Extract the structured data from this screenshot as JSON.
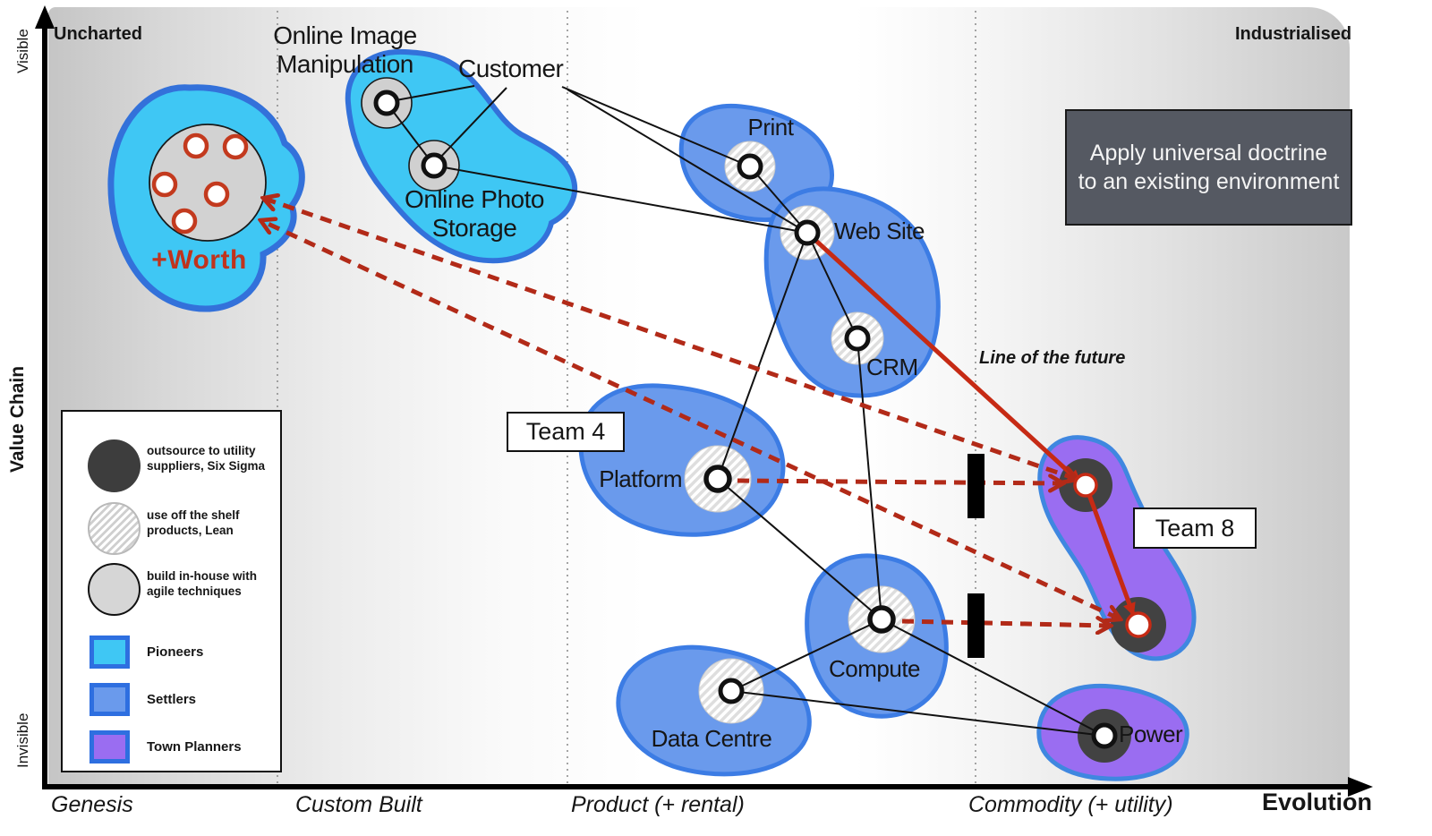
{
  "axes": {
    "y_axis_title": "Value Chain",
    "y_top": "Visible",
    "y_bottom": "Invisible",
    "x_axis_title": "Evolution",
    "top_left_region": "Uncharted",
    "top_right_region": "Industrialised",
    "stages": [
      "Genesis",
      "Custom Built",
      "Product (+ rental)",
      "Commodity (+ utility)"
    ]
  },
  "components": {
    "worth": {
      "label": "+Worth"
    },
    "online_image_manipulation": {
      "label_lines": [
        "Online Image",
        "Manipulation"
      ]
    },
    "customer": {
      "label": "Customer"
    },
    "online_photo_storage": {
      "label_lines": [
        "Online Photo",
        "Storage"
      ]
    },
    "print": {
      "label": "Print"
    },
    "web_site": {
      "label": "Web Site"
    },
    "crm": {
      "label": "CRM"
    },
    "platform": {
      "label": "Platform"
    },
    "compute": {
      "label": "Compute"
    },
    "data_centre": {
      "label": "Data Centre"
    },
    "power": {
      "label": "Power"
    }
  },
  "teams": {
    "team4": {
      "label": "Team 4"
    },
    "team8": {
      "label": "Team 8"
    }
  },
  "annotations": {
    "line_of_future": "Line of the future",
    "doctrine_lines": [
      "Apply universal doctrine",
      "to an existing environment"
    ]
  },
  "legend": {
    "items": [
      {
        "type": "circle-dark",
        "lines": [
          "outsource to utility",
          "suppliers, Six Sigma"
        ]
      },
      {
        "type": "circle-hatched",
        "lines": [
          "use off the shelf",
          "products, Lean"
        ]
      },
      {
        "type": "circle-gray",
        "lines": [
          "build in-house with",
          "agile techniques"
        ]
      },
      {
        "type": "square-cyan",
        "label": "Pioneers",
        "color": "#3fc7f4"
      },
      {
        "type": "square-blue",
        "label": "Settlers",
        "color": "#6a9aec"
      },
      {
        "type": "square-purple",
        "label": "Town Planners",
        "color": "#9a6df1"
      }
    ]
  },
  "colors": {
    "pioneer_cyan": "#3fc7f4",
    "settler_blue": "#6a9aec",
    "town_planner_purple": "#9a6df1",
    "blob_border_blue": "#3c7ce4",
    "movement_red": "#c62a14",
    "dashed_red": "#b22a18",
    "dark_node": "#424242",
    "doctrine_box_bg": "#555962"
  }
}
